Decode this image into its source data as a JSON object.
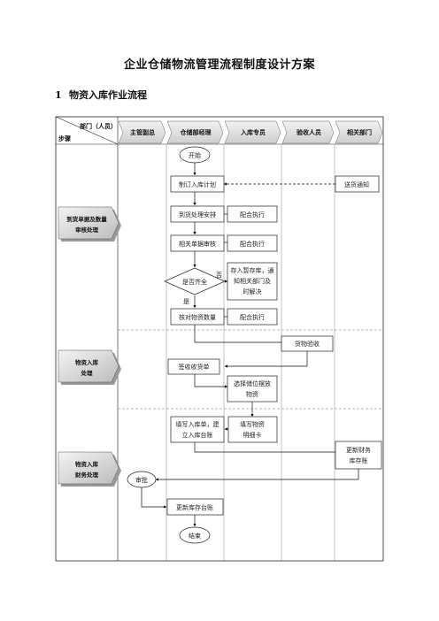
{
  "document": {
    "title": "企业仓储物流管理流程制度设计方案",
    "section": {
      "number": "1",
      "title": "物资入库作业流程"
    }
  },
  "header": {
    "corner_top": "部门（人员）",
    "corner_bottom": "步骤",
    "departments": [
      "主管副总",
      "仓储部经理",
      "入库专员",
      "验收人员",
      "相关部门"
    ]
  },
  "steps": [
    {
      "line1": "到货单据及数量",
      "line2": "审核处理"
    },
    {
      "line1": "物资入库",
      "line2": "处理"
    },
    {
      "line1": "物资入库",
      "line2": "财务处理"
    }
  ],
  "nodes": {
    "start": "开始",
    "make_plan": "制订入库计划",
    "delivery_notice": "送货通知",
    "arrival_arrange": "到货处理安排",
    "cooperate_1": "配合执行",
    "doc_review": "相关单据审核",
    "cooperate_2": "配合执行",
    "decision": "是否齐全",
    "no_label": "否",
    "yes_label": "是",
    "temp_storage": [
      "存入暂存库，通",
      "知相关部门及",
      "时解决"
    ],
    "check_qty": "核对物资数量",
    "cooperate_3": "配合执行",
    "goods_inspection": "货物验收",
    "sign_receipt": "签收收货单",
    "choose_location": [
      "选择储位摆放",
      "物资"
    ],
    "fill_inbound": [
      "填写入库单，建",
      "立入库台账"
    ],
    "fill_card": [
      "填写物资",
      "明细卡"
    ],
    "update_finance": [
      "更新财务",
      "库存账"
    ],
    "approve": "审批",
    "update_stock": "更新库存台账",
    "end": "结束"
  }
}
